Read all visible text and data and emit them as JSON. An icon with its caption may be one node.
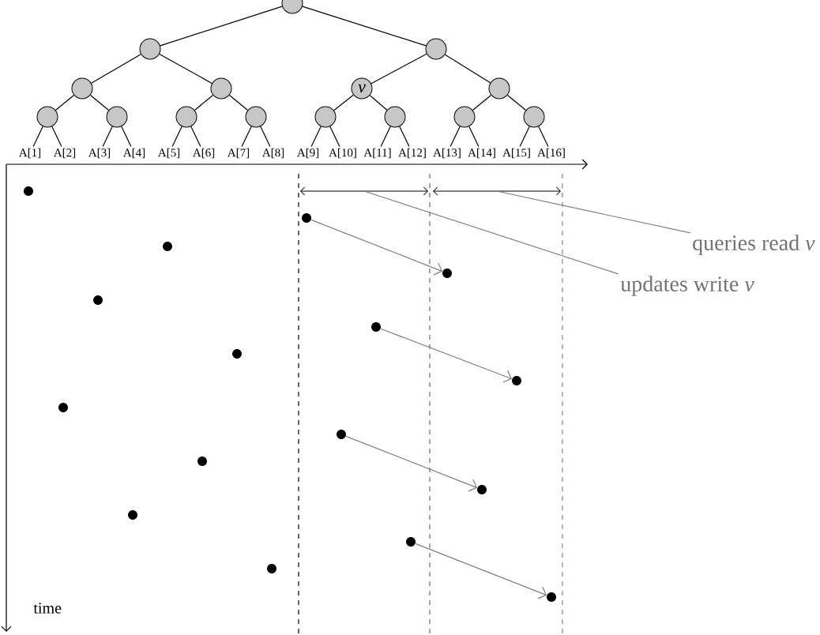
{
  "diagram": {
    "nodes": [
      {
        "text": [],
        "shape": "circle"
      },
      {
        "text": [],
        "shape": "circle"
      },
      {
        "text": [],
        "shape": "circle"
      },
      {
        "text": [],
        "shape": "circle"
      },
      {
        "text": [],
        "shape": "circle"
      },
      {
        "text": [
          "v"
        ]
      },
      {
        "text": [],
        "shape": "circle"
      },
      {
        "text": [],
        "shape": "circle"
      },
      {
        "text": [],
        "shape": "circle"
      },
      {
        "text": [],
        "shape": "circle"
      },
      {
        "text": [],
        "shape": "circle"
      },
      {
        "text": [],
        "shape": "circle"
      },
      {
        "text": [],
        "shape": "circle"
      },
      {
        "text": [],
        "shape": "circle"
      },
      {
        "text": [],
        "shape": "circle"
      },
      {
        "text": [
          "A[1]"
        ]
      },
      {
        "text": [
          "A[2]"
        ]
      },
      {
        "text": [
          "A[3]"
        ]
      },
      {
        "text": [
          "A[4]"
        ]
      },
      {
        "text": [
          "A[5]"
        ]
      },
      {
        "text": [
          "A[6]"
        ]
      },
      {
        "text": [
          "A[7]"
        ]
      },
      {
        "text": [
          "A[8]"
        ]
      },
      {
        "text": [
          "A[9]"
        ]
      },
      {
        "text": [
          "A[10]"
        ]
      },
      {
        "text": [
          "A[11]"
        ]
      },
      {
        "text": [
          "A[12]"
        ]
      },
      {
        "text": [
          "A[13]"
        ]
      },
      {
        "text": [
          "A[14]"
        ]
      },
      {
        "text": [
          "A[15]"
        ]
      },
      {
        "text": [
          "A[16]"
        ]
      },
      {
        "text": [
          "queries read *v*"
        ]
      },
      {
        "text": [
          "updates write *v*"
        ]
      },
      {
        "text": [],
        "shape": "circle"
      },
      {
        "text": [],
        "shape": "circle"
      },
      {
        "text": [],
        "shape": "circle"
      },
      {
        "text": [],
        "shape": "circle"
      },
      {
        "text": [],
        "shape": "circle"
      },
      {
        "text": [],
        "shape": "circle"
      },
      {
        "text": [],
        "shape": "circle"
      },
      {
        "text": [],
        "shape": "circle"
      },
      {
        "text": [],
        "shape": "circle"
      },
      {
        "text": [],
        "shape": "circle"
      },
      {
        "text": [],
        "shape": "circle"
      },
      {
        "text": [],
        "shape": "circle"
      },
      {
        "text": [],
        "shape": "circle"
      },
      {
        "text": [],
        "shape": "circle"
      },
      {
        "text": [],
        "shape": "circle"
      },
      {
        "text": [],
        "shape": "circle"
      },
      {
        "text": [],
        "shape": "bracket"
      },
      {
        "text": [],
        "shape": "bracket"
      }
    ],
    "edges": [
      {
        "from": 0,
        "to": 1,
        "arrow": "none"
      },
      {
        "from": 0,
        "to": 2,
        "arrow": "none"
      },
      {
        "from": 1,
        "to": 3,
        "arrow": "none"
      },
      {
        "from": 1,
        "to": 4,
        "arrow": "none"
      },
      {
        "from": 2,
        "to": 5,
        "arrow": "none"
      },
      {
        "from": 2,
        "to": 6,
        "arrow": "none"
      },
      {
        "from": 3,
        "to": 7,
        "arrow": "none"
      },
      {
        "from": 3,
        "to": 8,
        "arrow": "none"
      },
      {
        "from": 4,
        "to": 9,
        "arrow": "none"
      },
      {
        "from": 4,
        "to": 10,
        "arrow": "none"
      },
      {
        "from": 5,
        "to": 11,
        "arrow": "none"
      },
      {
        "from": 5,
        "to": 12,
        "arrow": "none"
      },
      {
        "from": 6,
        "to": 13,
        "arrow": "none"
      },
      {
        "from": 6,
        "to": 14,
        "arrow": "none"
      },
      {
        "from": 7,
        "to": 15,
        "arrow": "none"
      },
      {
        "from": 7,
        "to": 16,
        "arrow": "none"
      },
      {
        "from": 8,
        "to": 17,
        "arrow": "none"
      },
      {
        "from": 8,
        "to": 18,
        "arrow": "none"
      },
      {
        "from": 9,
        "to": 19,
        "arrow": "none"
      },
      {
        "from": 9,
        "to": 20,
        "arrow": "none"
      },
      {
        "from": 10,
        "to": 21,
        "arrow": "none"
      },
      {
        "from": 10,
        "to": 22,
        "arrow": "none"
      },
      {
        "from": 11,
        "to": 23,
        "arrow": "none"
      },
      {
        "from": 11,
        "to": 24,
        "arrow": "none"
      },
      {
        "from": 12,
        "to": 25,
        "arrow": "none"
      },
      {
        "from": 12,
        "to": 26,
        "arrow": "none"
      },
      {
        "from": 13,
        "to": 27,
        "arrow": "none"
      },
      {
        "from": 13,
        "to": 28,
        "arrow": "none"
      },
      {
        "from": 14,
        "to": 29,
        "arrow": "none"
      },
      {
        "from": 14,
        "to": 30,
        "arrow": "none"
      },
      {
        "from": 34,
        "to": 36,
        "arrow": "to",
        "color": "#808080"
      },
      {
        "from": 38,
        "to": 40,
        "arrow": "to",
        "color": "#808080"
      },
      {
        "from": 42,
        "to": 44,
        "arrow": "to",
        "color": "#808080"
      },
      {
        "from": 46,
        "to": 48,
        "arrow": "to",
        "color": "#808080"
      },
      {
        "from": 31,
        "to": 50,
        "arrow": "none",
        "color": "#808080"
      },
      {
        "from": 32,
        "to": 49,
        "arrow": "none",
        "color": "#808080"
      }
    ],
    "labels": [
      "time"
    ]
  }
}
